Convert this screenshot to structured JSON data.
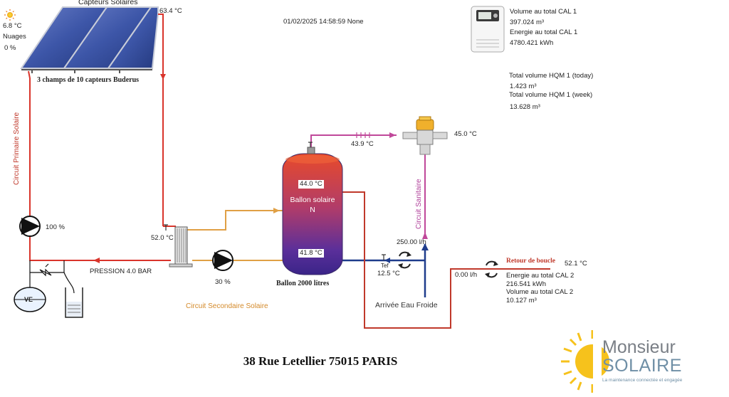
{
  "header": {
    "datetime": "01/02/2025 14:58:59 None",
    "collectors_title": "Capteurs Solaires",
    "collectors_caption": "3 champs de 10 capteurs Buderus"
  },
  "weather": {
    "temperature": "6.8 °C",
    "condition": "Nuages",
    "cloud_cover": "0 %"
  },
  "cal1": {
    "volume_label": "Volume au total CAL 1",
    "volume_value": "397.024 m³",
    "energy_label": "Energie au total CAL 1",
    "energy_value": "4780.421 kWh"
  },
  "hqm": {
    "today_label": "Total volume HQM 1 (today)",
    "today_value": "1.423 m³",
    "week_label": "Total volume HQM 1 (week)",
    "week_value": "13.628 m³"
  },
  "cal2": {
    "energy_label": "Energie au total CAL 2",
    "energy_value": "216.541 kWh",
    "volume_label": "Volume au total CAL 2",
    "volume_value": "10.127 m³"
  },
  "temperatures": {
    "collector_out": "63.4 °C",
    "exchanger_in": "52.0 °C",
    "tank_top": "44.0 °C",
    "tank_bottom": "41.8 °C",
    "hot_out": "43.9 °C",
    "mixed": "45.0 °C",
    "cold_in": "12.5 °C",
    "loop_return": "52.1 °C"
  },
  "flows": {
    "sanitary_flow": "250.00 l/h",
    "loop_flow": "0.00 l/h"
  },
  "pumps": {
    "primary_speed": "100 %",
    "secondary_speed": "30 %"
  },
  "labels": {
    "primary_circuit": "Circuit Primaire Solaire",
    "secondary_circuit": "Circuit Secondaire Solaire",
    "sanitary_circuit": "Circuit Sanitaire",
    "pressure": "PRESSION 4.0 BAR",
    "tank_name_line1": "Ballon solaire",
    "tank_name_line2": "N",
    "tank_caption": "Ballon 2000 litres",
    "cold_water": "Arrivée Eau Froide",
    "loop_return_label": "Retour de boucle",
    "expansion_vessel": "VE",
    "sensor_tag": "Tef"
  },
  "footer": {
    "address": "38 Rue Letellier 75015 PARIS"
  },
  "logo": {
    "word1": "Monsieur",
    "word2": "SOLAIRE",
    "tagline": "La maintenance connectée et engagée"
  },
  "colors": {
    "primary_red": "#d9342b",
    "secondary_orange": "#e0a045",
    "sanitary_magenta": "#c0489a",
    "cold_blue": "#1e3c8c",
    "loop_red": "#c0392b",
    "tank_top": "#e2452c",
    "tank_bottom": "#4a2a9a"
  }
}
